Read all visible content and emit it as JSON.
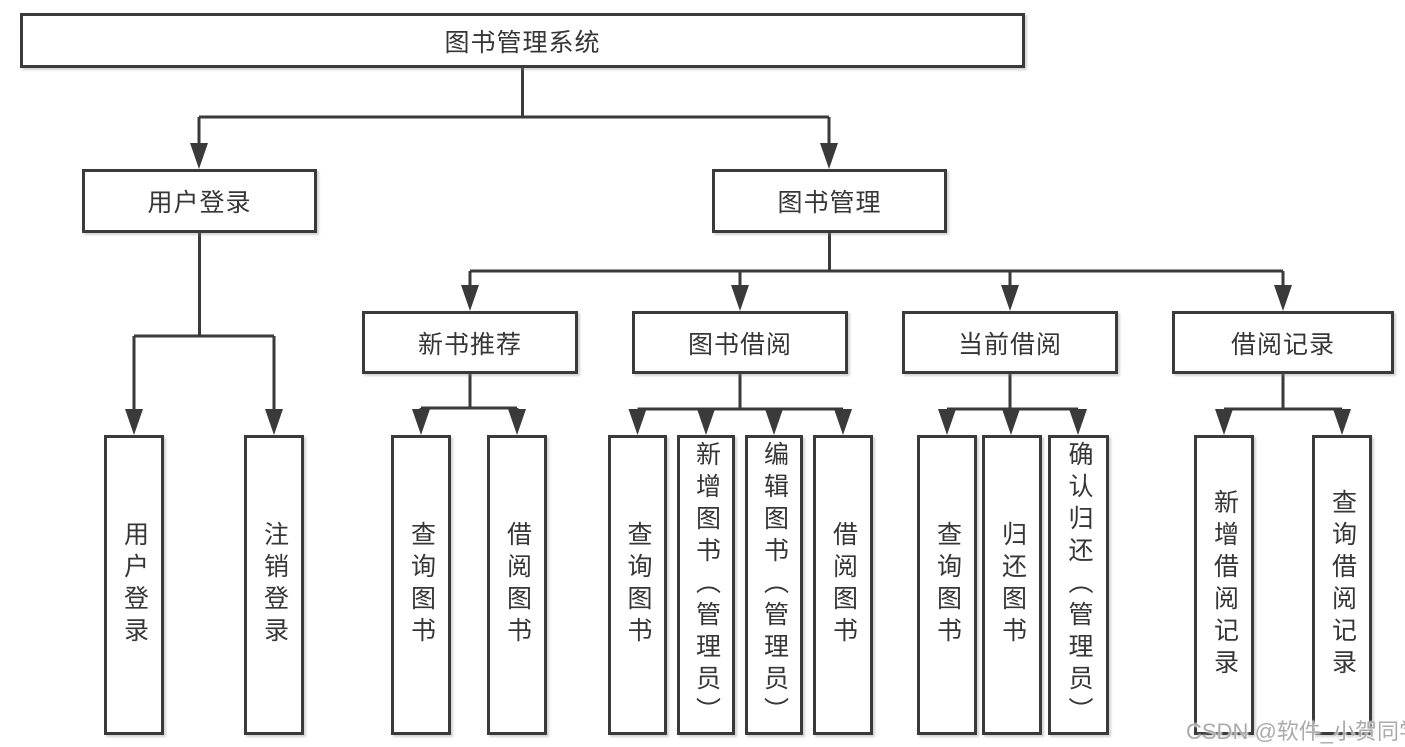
{
  "diagram": {
    "root": {
      "label": "图书管理系统"
    },
    "level1": [
      {
        "label": "用户登录"
      },
      {
        "label": "图书管理"
      }
    ],
    "login_children": [
      {
        "label": "用户登录"
      },
      {
        "label": "注销登录"
      }
    ],
    "groups": [
      {
        "label": "新书推荐",
        "children": [
          {
            "label": "查询图书"
          },
          {
            "label": "借阅图书"
          }
        ]
      },
      {
        "label": "图书借阅",
        "children": [
          {
            "label": "查询图书"
          },
          {
            "label": "新增图书（管理员）"
          },
          {
            "label": "编辑图书（管理员）"
          },
          {
            "label": "借阅图书"
          }
        ]
      },
      {
        "label": "当前借阅",
        "children": [
          {
            "label": "查询图书"
          },
          {
            "label": "归还图书"
          },
          {
            "label": "确认归还（管理员）"
          }
        ]
      },
      {
        "label": "借阅记录",
        "children": [
          {
            "label": "新增借阅记录"
          },
          {
            "label": "查询借阅记录"
          }
        ]
      }
    ],
    "watermark": "CSDN @软件_小贺同学",
    "colors": {
      "line": "#3a3a3a",
      "text": "#363636",
      "watermark": "#ababab",
      "background": "#ffffff"
    }
  }
}
